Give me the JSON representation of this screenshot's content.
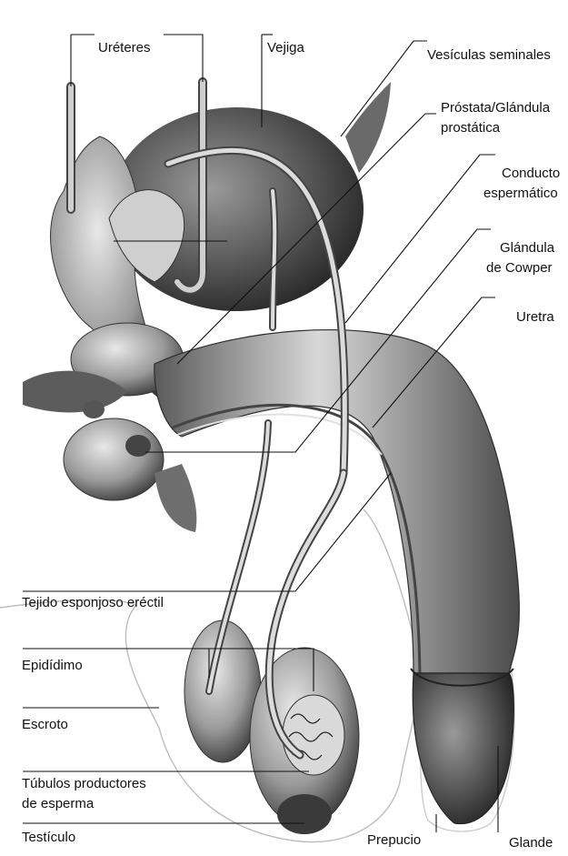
{
  "labels": {
    "ureteres": "Uréteres",
    "vejiga": "Vejiga",
    "vesiculas": "Vesículas seminales",
    "prostata_1": "Próstata/Glándula",
    "prostata_2": "prostática",
    "conducto_1": "Conducto",
    "conducto_2": "espermático",
    "cowper_1": "Glándula",
    "cowper_2": "de Cowper",
    "uretra": "Uretra",
    "tejido": "Tejido esponjoso eréctil",
    "epididimo": "Epidídimo",
    "escroto": "Escroto",
    "tubulos_1": "Túbulos productores",
    "tubulos_2": "de esperma",
    "testiculo": "Testículo",
    "prepucio": "Prepucio",
    "glande": "Glande"
  },
  "colors": {
    "ink": "#111111",
    "shade": "#7a7a7a",
    "mid": "#b5b5b5",
    "light": "#e2e2e2",
    "paper": "#ffffff"
  }
}
